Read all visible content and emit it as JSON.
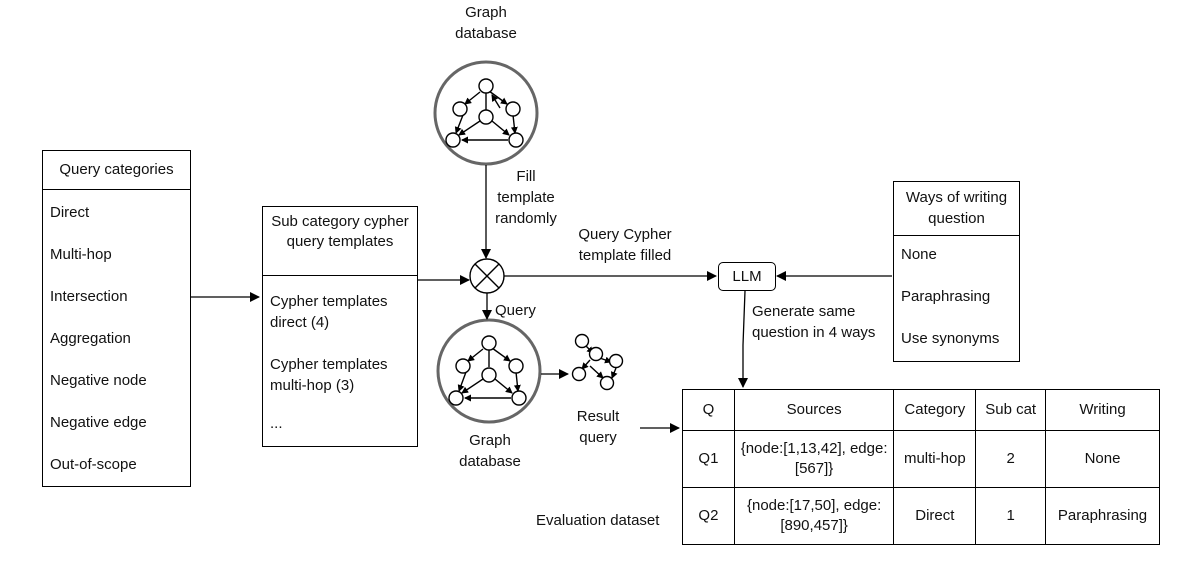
{
  "graph_db_top": {
    "label": "Graph database"
  },
  "fill_label": "Fill template randomly",
  "query_categories": {
    "title": "Query categories",
    "items": [
      "Direct",
      "Multi-hop",
      "Intersection",
      "Aggregation",
      "Negative node",
      "Negative edge",
      "Out-of-scope"
    ]
  },
  "sub_category": {
    "title": "Sub category cypher query templates",
    "items": [
      "Cypher templates direct (4)",
      "Cypher templates multi-hop (3)",
      "..."
    ]
  },
  "query_cypher_label": "Query Cypher template filled",
  "llm_label": "LLM",
  "ways_of_writing": {
    "title": "Ways of writing question",
    "items": [
      "None",
      "Paraphrasing",
      "Use synonyms"
    ]
  },
  "generate_label": "Generate same question in 4 ways",
  "query_label": "Query",
  "graph_db_bottom": {
    "label": "Graph database"
  },
  "result_label": "Result query",
  "evaluation_label": "Evaluation dataset",
  "table": {
    "headers": [
      "Q",
      "Sources",
      "Category",
      "Sub cat",
      "Writing"
    ],
    "rows": [
      [
        "Q1",
        "{node:[1,13,42], edge:[567]}",
        "multi-hop",
        "2",
        "None"
      ],
      [
        "Q2",
        "{node:[17,50], edge: [890,457]}",
        "Direct",
        "1",
        "Paraphrasing"
      ]
    ]
  }
}
